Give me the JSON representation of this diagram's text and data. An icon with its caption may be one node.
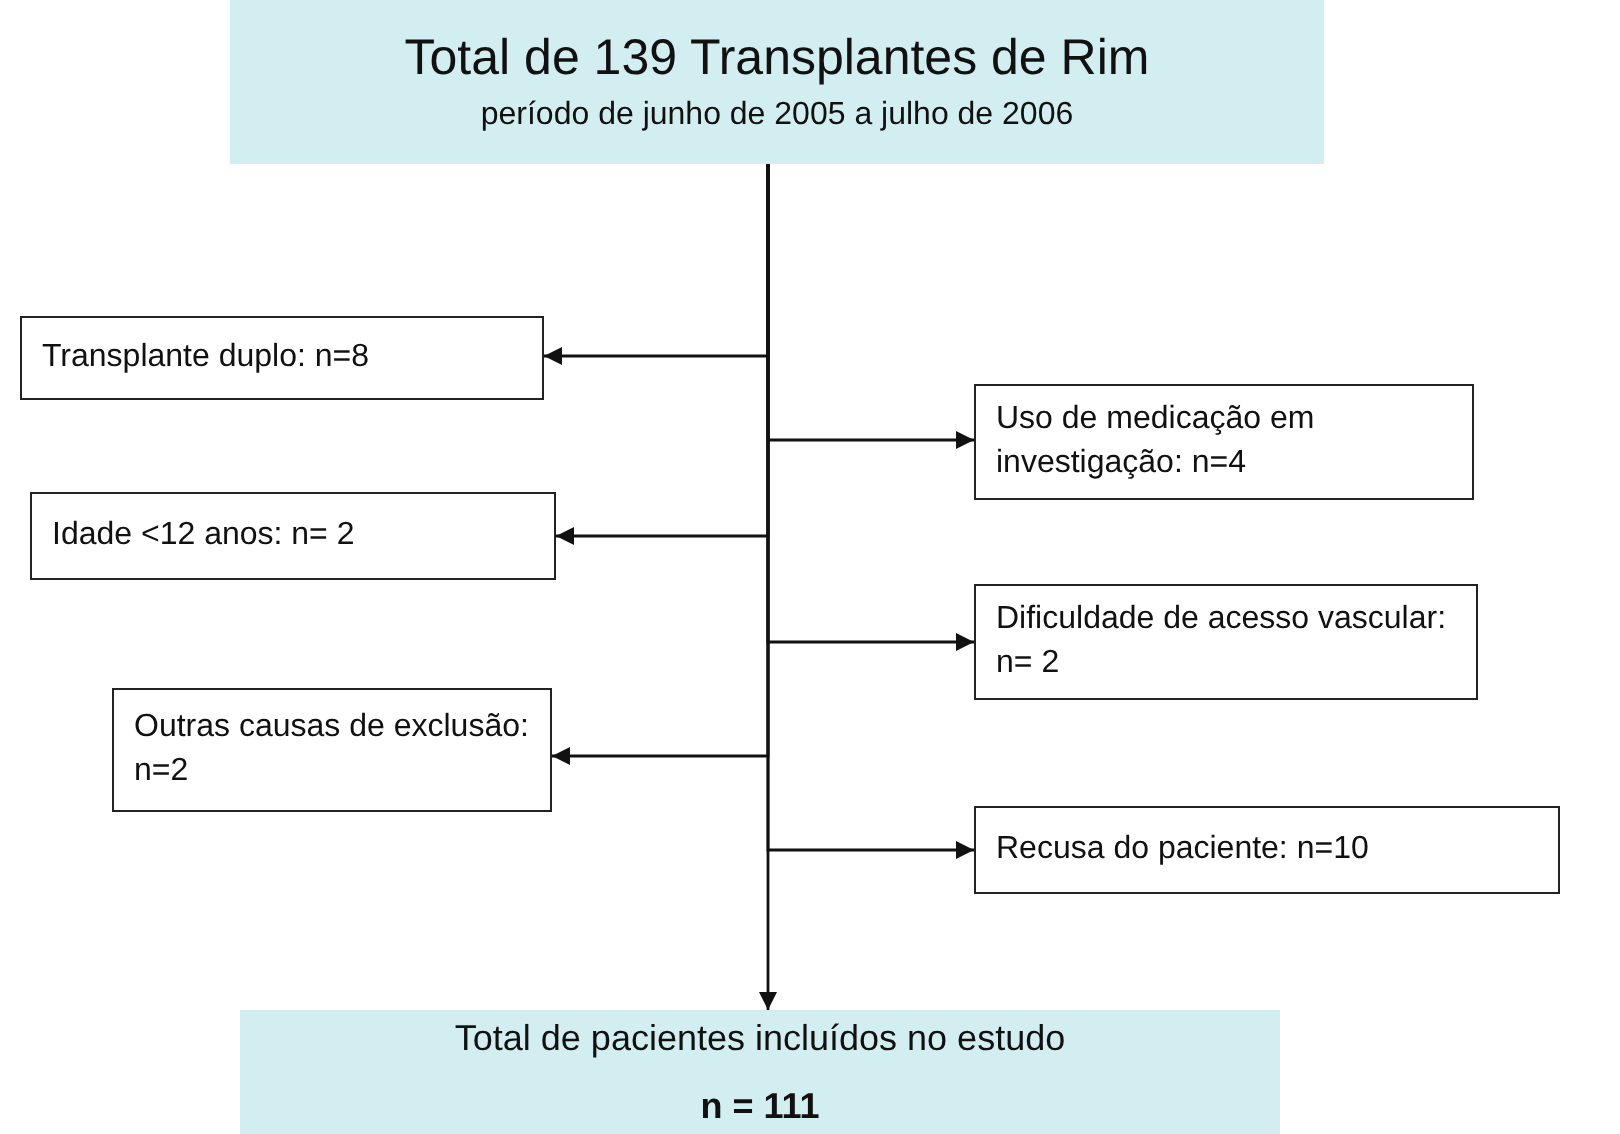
{
  "diagram": {
    "nodes": [
      {
        "text": [
          "Total de 139 Transplantes de Rim",
          "período de junho de 2005 a julho de 2006"
        ]
      },
      {
        "text": [
          "Transplante duplo: n=8"
        ]
      },
      {
        "text": [
          "Uso de medicação em investigação: n=4"
        ]
      },
      {
        "text": [
          "Idade <12 anos: n= 2"
        ]
      },
      {
        "text": [
          "Dificuldade de acesso vascular: n= 2"
        ]
      },
      {
        "text": [
          "Outras causas de exclusão: n=2"
        ]
      },
      {
        "text": [
          "Recusa do paciente: n=10"
        ]
      },
      {
        "text": [
          "Total de pacientes incluídos no estudo",
          "n = 111"
        ]
      }
    ],
    "edges": [
      {
        "from": 0,
        "to": 1,
        "arrow": "to"
      },
      {
        "from": 0,
        "to": 2,
        "arrow": "to"
      },
      {
        "from": 0,
        "to": 3,
        "arrow": "to"
      },
      {
        "from": 0,
        "to": 4,
        "arrow": "to"
      },
      {
        "from": 0,
        "to": 5,
        "arrow": "to"
      },
      {
        "from": 0,
        "to": 6,
        "arrow": "to"
      },
      {
        "from": 0,
        "to": 7,
        "arrow": "to"
      }
    ]
  }
}
